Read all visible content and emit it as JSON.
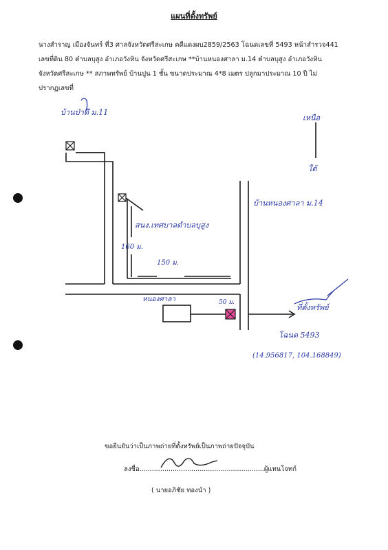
{
  "document": {
    "title": "แผนที่ตั้งทรัพย์",
    "paragraph_lines": [
      "นางสำราญ เมืองจันทร์ ที่3 ศาลจังหวัดศรีสะเกษ คดีแดงผบ2859/2563 โฉนดเลขที่ 5493 หน้าสำรวจ441",
      "เลขที่ดิน 80 ตำบลบุสูง อำเภอวังหิน จังหวัดศรีสะเกษ **บ้านหนองศาลา ม.14 ตำบลบุสูง อำเภอวังหิน",
      "จังหวัดศรีสะเกษ ** สภาพทรัพย์ บ้านปูน 1 ชั้น ขนาดประมาณ 4*8 เมตร ปลูกมาประมาณ 10 ปี ไม่",
      "ปรากฏเลขที่"
    ]
  },
  "map": {
    "label_village_top": "บ้านป่าตึ ม.11",
    "label_north": "เหนือ",
    "label_south": "ใต้",
    "label_village_right": "บ้านหนองศาลา ม.14",
    "label_office": "สนง.เทศบาลตำบลบุสูง",
    "label_dim_vertical": "160 ม.",
    "label_dim_horizontal": "150 ม.",
    "label_pond": "หนองศาลา",
    "label_dim_small": "50 ม.",
    "label_property": "ที่ตั้งทรัพย์",
    "label_deed": "โฉนด 5493",
    "label_coordinates": "(14.956817, 104.168849)"
  },
  "footer": {
    "certify_text": "ขอยืนยันว่าเป็นภาพถ่ายที่ตั้งทรัพย์เป็นภาพถ่ายปัจจุบัน",
    "sign_label": "ลงชื่อ",
    "sign_dots": "............................................................",
    "sign_role": "ผู้แทนโจทก์",
    "signer_name": "(  นายอภิชัย    ทองนำ  )"
  },
  "colors": {
    "ink": "#1a1a1a",
    "handwriting": "#2b3aa6",
    "property_marker": "#e24a9a"
  }
}
